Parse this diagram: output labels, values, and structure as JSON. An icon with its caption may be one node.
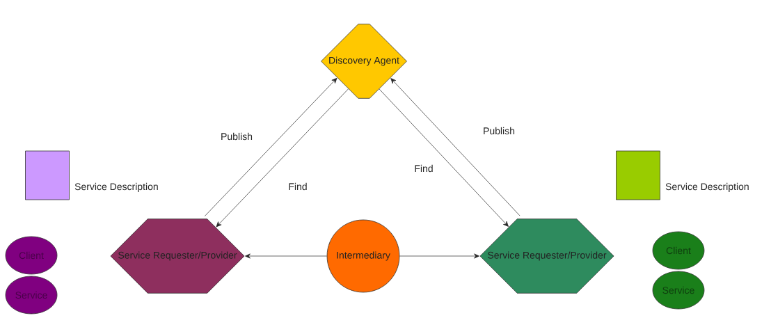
{
  "diagram": {
    "nodes": [
      {
        "text": [
          "Discovery Agent"
        ]
      },
      {
        "text": [
          "Service Requester/Provider"
        ]
      },
      {
        "text": [
          "Intermediary"
        ]
      },
      {
        "text": [
          "Service Requester/Provider"
        ]
      },
      {
        "text": [],
        "shape": "box",
        "beside": [
          "Service Description"
        ]
      },
      {
        "text": [
          "Client"
        ]
      },
      {
        "text": [
          "Service"
        ]
      },
      {
        "text": [],
        "shape": "box",
        "beside": [
          "Service Description"
        ]
      },
      {
        "text": [
          "Client"
        ]
      },
      {
        "text": [
          "Service"
        ]
      }
    ],
    "edges": [
      {
        "from": 1,
        "to": 0,
        "arrow": "to",
        "label": "Publish"
      },
      {
        "from": 0,
        "to": 1,
        "arrow": "to",
        "label": "Find"
      },
      {
        "from": 0,
        "to": 3,
        "arrow": "to",
        "label": "Find"
      },
      {
        "from": 3,
        "to": 0,
        "arrow": "to",
        "label": "Publish"
      },
      {
        "from": 2,
        "to": 1,
        "arrow": "to"
      },
      {
        "from": 2,
        "to": 3,
        "arrow": "to"
      }
    ]
  }
}
